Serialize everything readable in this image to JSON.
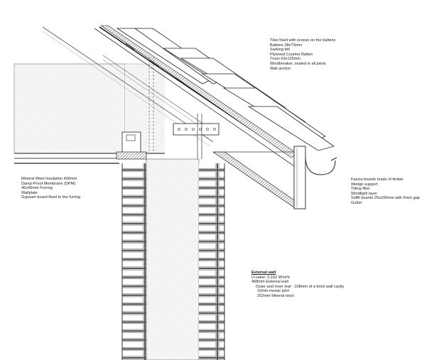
{
  "roof_notes": [
    "Tiles fixed with screws on the battens",
    "Battens 38x73mm",
    "Sarking felt",
    "Plywood Counter Batten",
    "Truss 63x125mm",
    "Windbreaker, sealed in all joints",
    "Wall anchor"
  ],
  "ceiling_notes": [
    "Mineral Wool Insulation 400mm",
    "Damp-Proof Membrane (DPM)",
    "45x45mm Furring",
    "Wallplate",
    "Gypsum board fixed to the furring"
  ],
  "eaves_notes": [
    "Fascia boards made of timber",
    "Wedge support",
    "Tilting fillet",
    "Windtight layer",
    "Soffit boards 25x100mm with 5mm gap",
    "Gutter"
  ],
  "wall_note": {
    "title": "External wall",
    "uvalue": "U-value: 0,162 W/m²k",
    "thickness": "468mm External wall",
    "leaf": "Outer and inner leaf - 108mm of a brick wall cavity",
    "mortar": "10mm mortar joint",
    "wool": "252mm Mineral wool"
  }
}
